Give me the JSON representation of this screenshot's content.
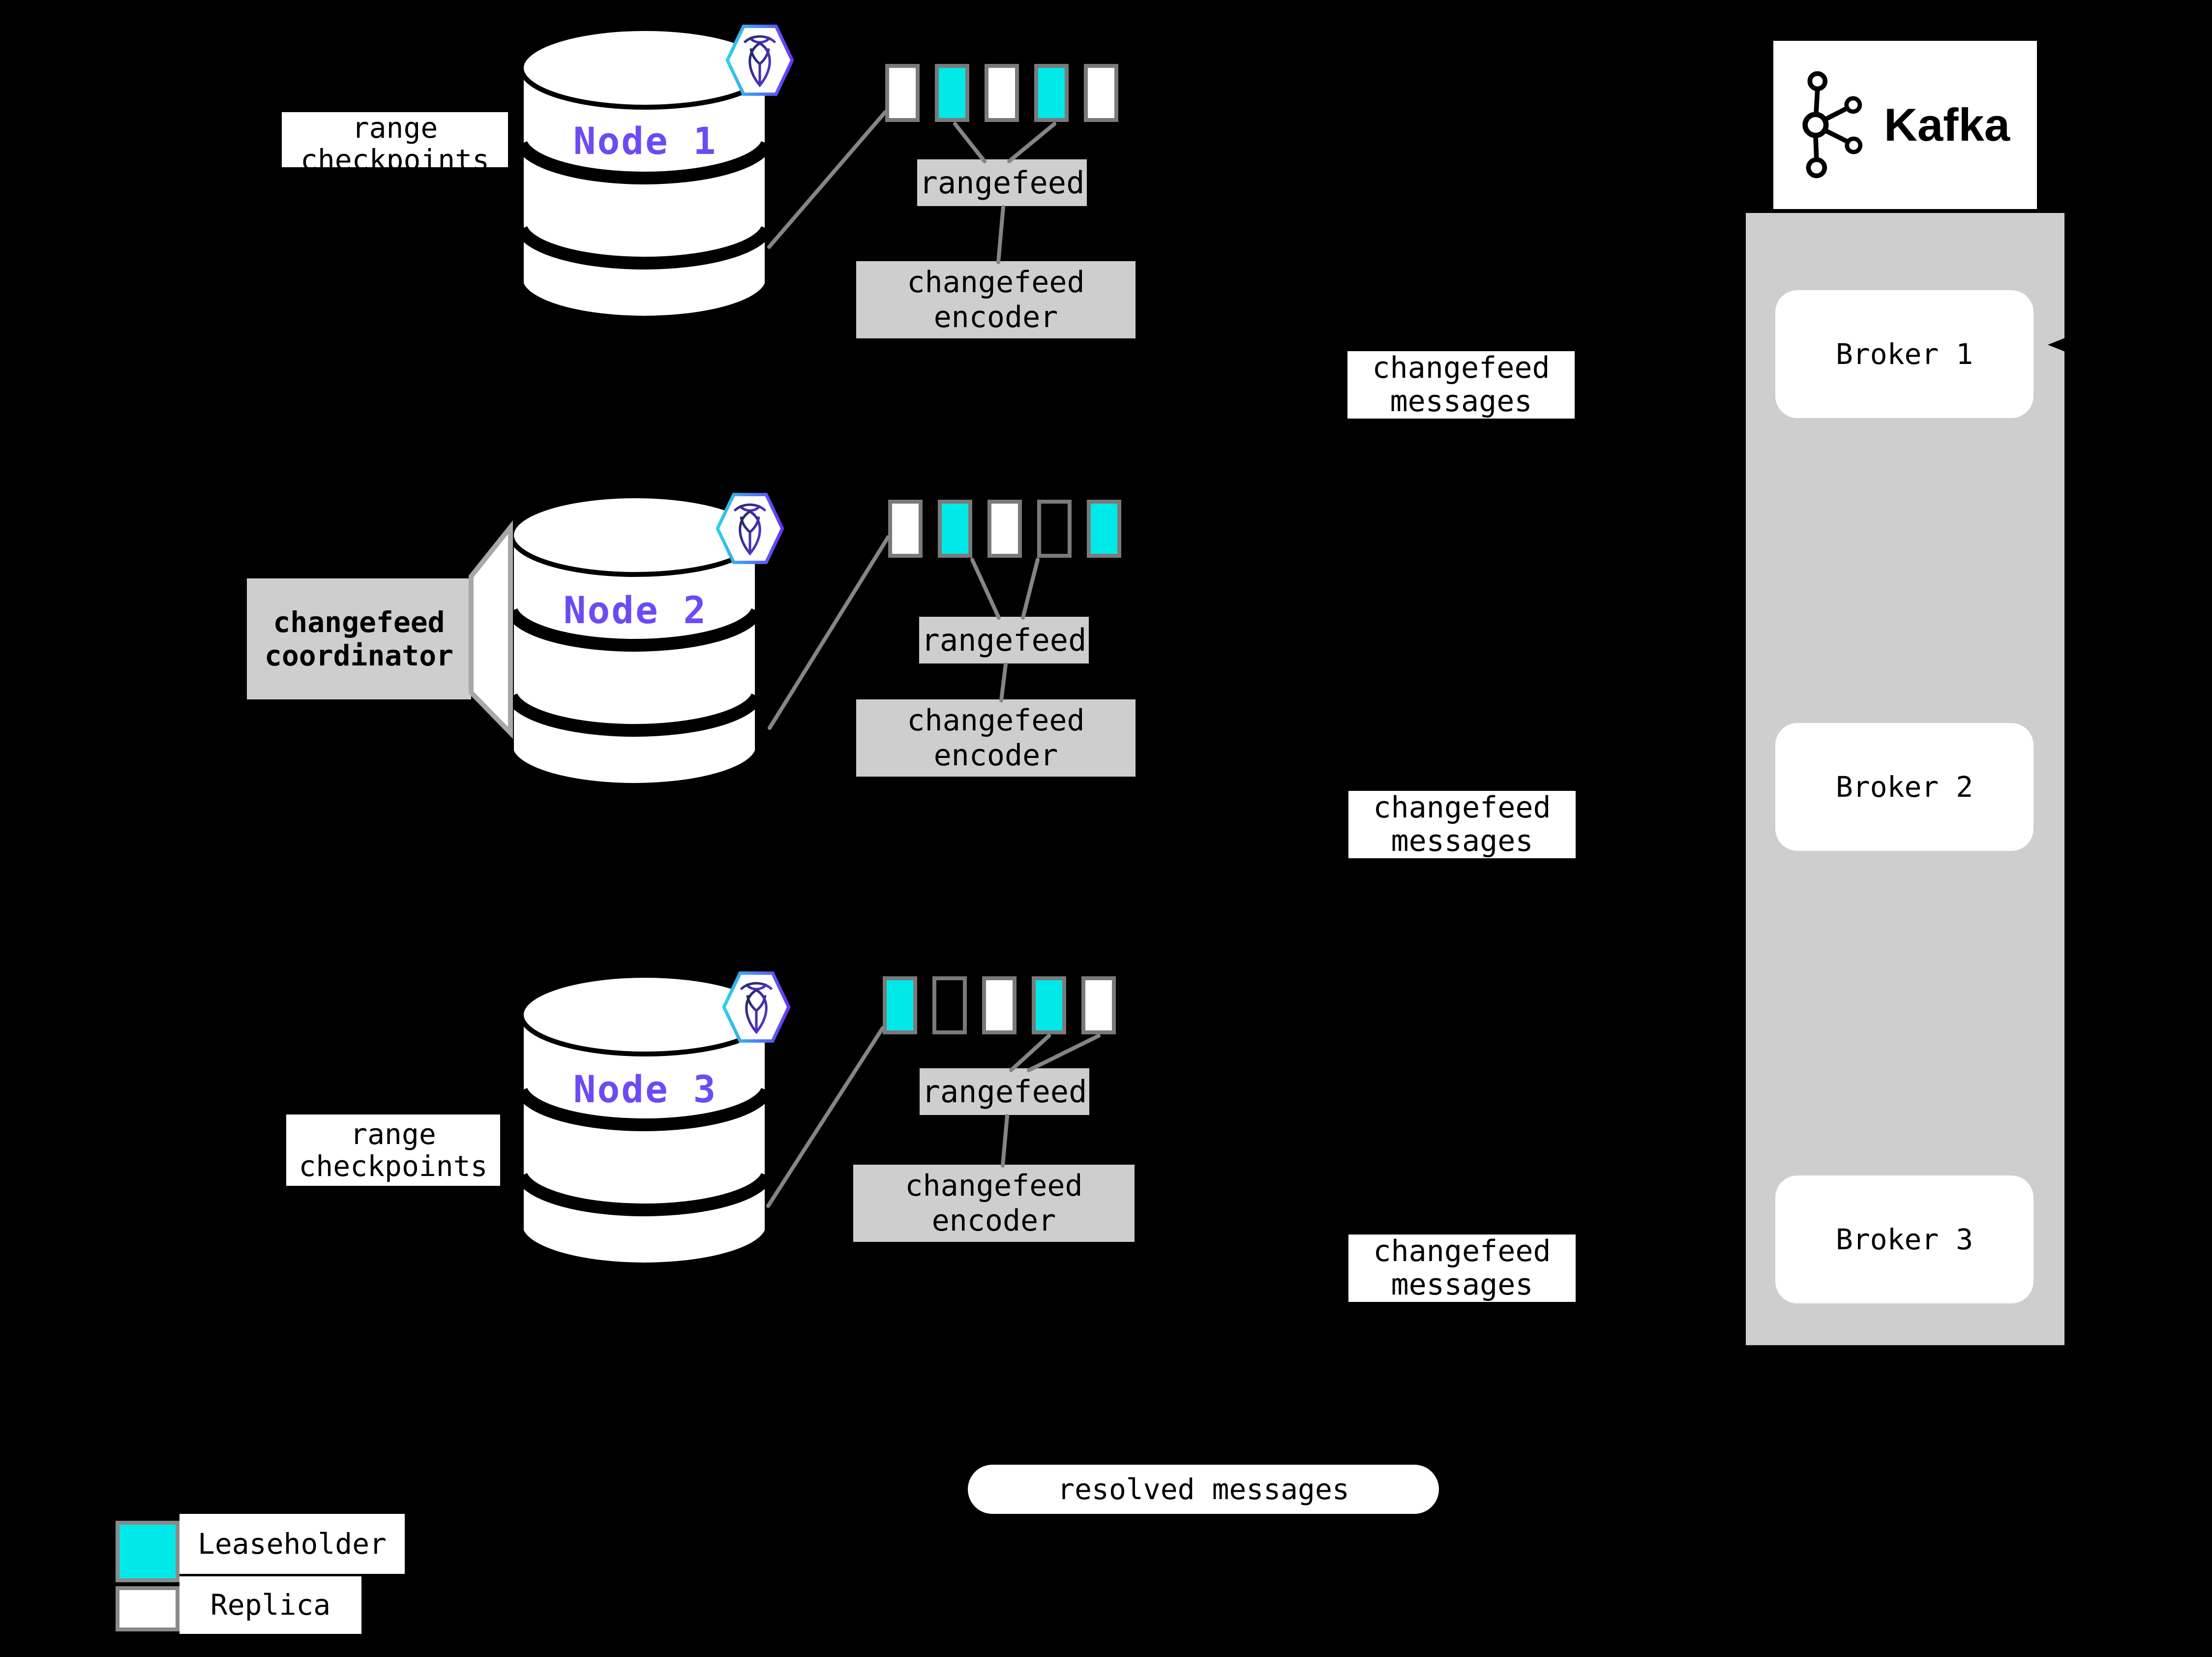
{
  "colors": {
    "background": "#000000",
    "leaseholder": "#00e9e9",
    "replica": "#ffffff",
    "empty": "#000000",
    "box_gray": "#cecece",
    "node_label": "#6b4bf5",
    "line": "#858585",
    "border": "#7a7a7a"
  },
  "nodes": [
    {
      "name": "Node 1",
      "ranges": [
        "replica",
        "leaseholder",
        "replica",
        "leaseholder",
        "replica"
      ],
      "rangefeed_label": "rangefeed",
      "encoder_label": "changefeed encoder",
      "messages_label": "changefeed messages",
      "checkpoints_label": "range checkpoints"
    },
    {
      "name": "Node 2",
      "ranges": [
        "replica",
        "leaseholder",
        "replica",
        "empty",
        "leaseholder"
      ],
      "rangefeed_label": "rangefeed",
      "encoder_label": "changefeed encoder",
      "messages_label": "changefeed messages",
      "coordinator_label": "changefeed coordinator"
    },
    {
      "name": "Node 3",
      "ranges": [
        "leaseholder",
        "empty",
        "replica",
        "leaseholder",
        "replica"
      ],
      "rangefeed_label": "rangefeed",
      "encoder_label": "changefeed encoder",
      "messages_label": "changefeed messages",
      "checkpoints_label": "range checkpoints"
    }
  ],
  "kafka": {
    "logo_text": "Kafka",
    "brokers": [
      "Broker 1",
      "Broker 2",
      "Broker 3"
    ]
  },
  "resolved_label": "resolved messages",
  "legend": [
    {
      "type": "leaseholder",
      "label": "Leaseholder"
    },
    {
      "type": "replica",
      "label": "Replica"
    }
  ]
}
